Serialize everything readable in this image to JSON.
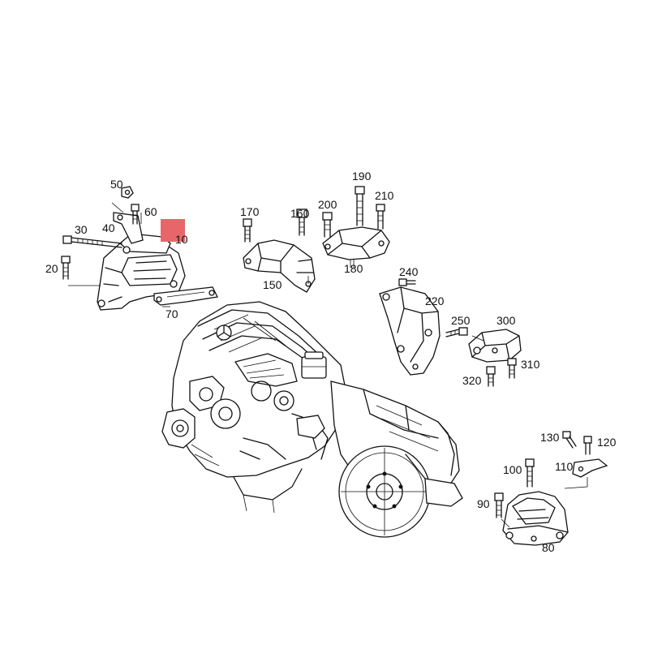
{
  "colors": {
    "highlight": "#e8666a",
    "ink": "#111111",
    "background": "#ffffff"
  },
  "callouts": {
    "c10": "10",
    "c20": "20",
    "c30": "30",
    "c40": "40",
    "c50": "50",
    "c60": "60",
    "c70": "70",
    "c80": "80",
    "c90": "90",
    "c100": "100",
    "c110": "110",
    "c120": "120",
    "c130": "130",
    "c150": "150",
    "c160": "160",
    "c170": "170",
    "c180": "180",
    "c190": "190",
    "c200": "200",
    "c210": "210",
    "c220": "220",
    "c240": "240",
    "c250": "250",
    "c300": "300",
    "c310": "310",
    "c320": "320"
  }
}
